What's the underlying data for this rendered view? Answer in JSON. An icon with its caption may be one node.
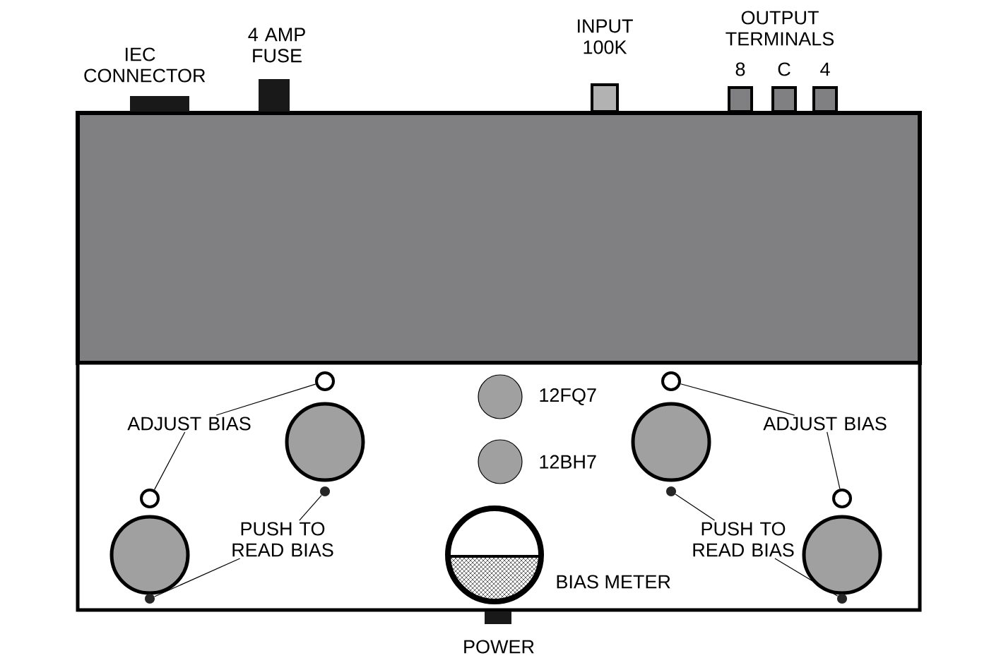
{
  "diagram": {
    "nodes": [
      {
        "text": [
          "ADJUST BIAS"
        ]
      },
      {
        "text": [],
        "shape": "circle"
      },
      {
        "text": [],
        "shape": "circle"
      },
      {
        "text": [
          "PUSH TO READ BIAS"
        ]
      },
      {
        "text": [],
        "shape": "circle"
      },
      {
        "text": [],
        "shape": "circle"
      },
      {
        "text": [
          "ADJUST BIAS"
        ]
      },
      {
        "text": [],
        "shape": "circle"
      },
      {
        "text": [],
        "shape": "circle"
      },
      {
        "text": [
          "PUSH TO READ BIAS"
        ]
      },
      {
        "text": [],
        "shape": "circle"
      },
      {
        "text": [],
        "shape": "circle"
      }
    ],
    "edges": [
      {
        "from": 0,
        "to": 1,
        "arrow": "none"
      },
      {
        "from": 0,
        "to": 2,
        "arrow": "none"
      },
      {
        "from": 3,
        "to": 4,
        "arrow": "none"
      },
      {
        "from": 3,
        "to": 5,
        "arrow": "none"
      },
      {
        "from": 6,
        "to": 7,
        "arrow": "none"
      },
      {
        "from": 6,
        "to": 8,
        "arrow": "none"
      },
      {
        "from": 9,
        "to": 10,
        "arrow": "none"
      },
      {
        "from": 9,
        "to": 11,
        "arrow": "none"
      }
    ],
    "labels": [
      "IEC CONNECTOR",
      "4 AMP FUSE",
      "INPUT 100K",
      "OUTPUT TERMINALS",
      "8",
      "C",
      "4",
      "12FQ7",
      "12BH7",
      "BIAS METER",
      "POWER"
    ]
  }
}
